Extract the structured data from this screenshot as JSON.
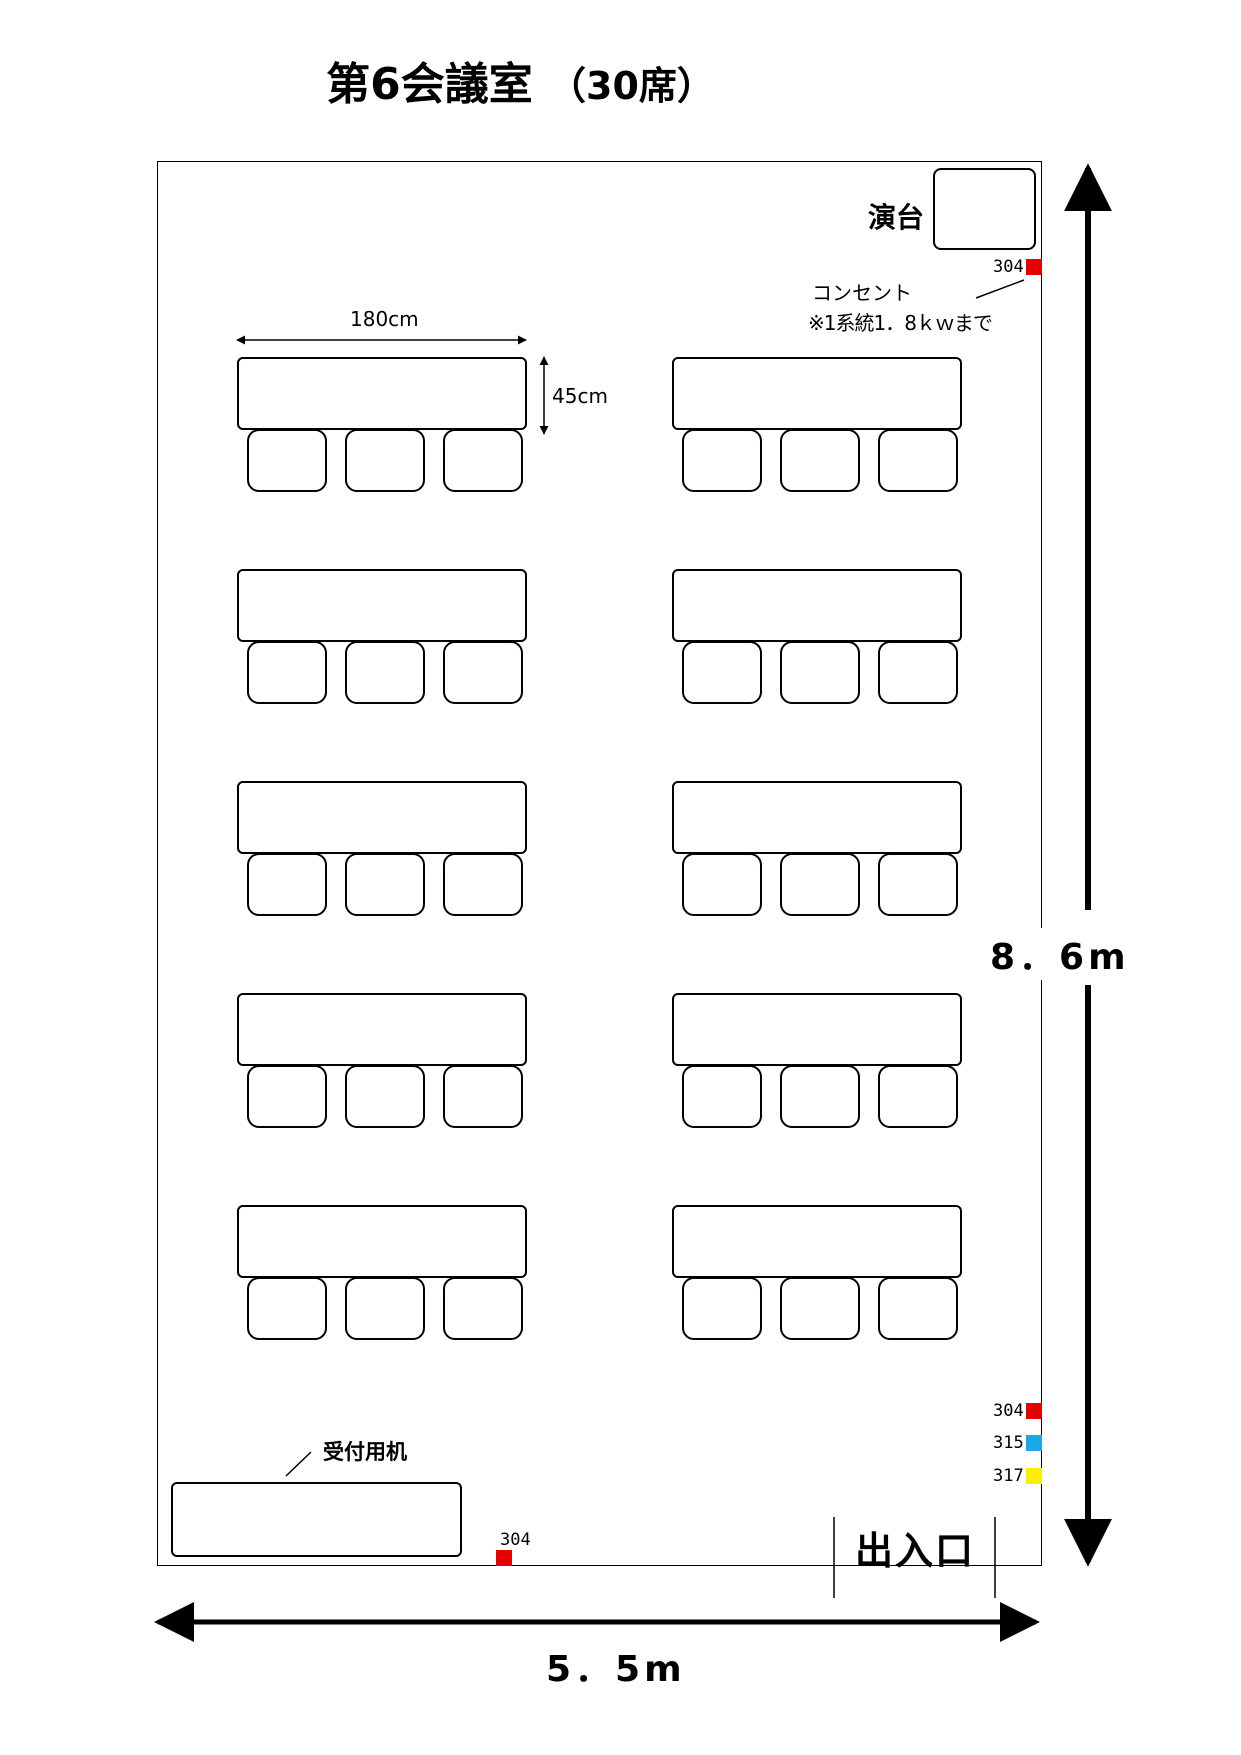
{
  "title": {
    "main": "第6会議室",
    "sub": "（30席）"
  },
  "room": {
    "width_label": "5．5m",
    "height_label": "8．6m"
  },
  "podium": {
    "label": "演台"
  },
  "dimensions": {
    "table_width": "180cm",
    "table_depth": "45cm"
  },
  "outlet_note": {
    "line1": "コンセント",
    "line2": "※1系統1．8ｋｗまで"
  },
  "reception": {
    "label": "受付用机"
  },
  "entrance": {
    "label": "出入口"
  },
  "outlets": [
    {
      "number": "304",
      "color": "#e60000"
    },
    {
      "number": "304",
      "color": "#e60000"
    },
    {
      "number": "315",
      "color": "#1aa7e8"
    },
    {
      "number": "317",
      "color": "#ffee00"
    },
    {
      "number": "304",
      "color": "#e60000"
    }
  ],
  "layout": {
    "table_rows": 5,
    "tables_per_row": 2,
    "chairs_per_table": 3,
    "total_seats": 30
  }
}
